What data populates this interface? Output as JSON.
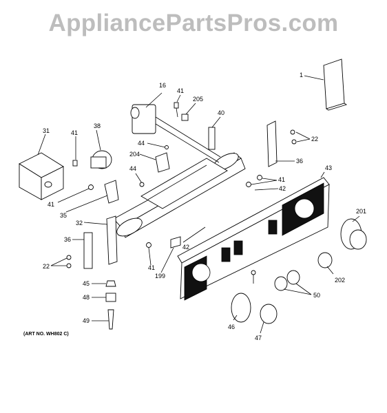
{
  "watermark": "AppliancePartsPros.com",
  "art_number": "(ART NO. WH802 C)",
  "callouts": [
    {
      "id": "c1",
      "text": "1"
    },
    {
      "id": "c16",
      "text": "16"
    },
    {
      "id": "c41a",
      "text": "41"
    },
    {
      "id": "c205",
      "text": "205"
    },
    {
      "id": "c40",
      "text": "40"
    },
    {
      "id": "c22a",
      "text": "22"
    },
    {
      "id": "c31",
      "text": "31"
    },
    {
      "id": "c41b",
      "text": "41"
    },
    {
      "id": "c38",
      "text": "38"
    },
    {
      "id": "c44a",
      "text": "44"
    },
    {
      "id": "c204",
      "text": "204"
    },
    {
      "id": "c36a",
      "text": "36"
    },
    {
      "id": "c43",
      "text": "43"
    },
    {
      "id": "c44b",
      "text": "44"
    },
    {
      "id": "c41c",
      "text": "41"
    },
    {
      "id": "c42a",
      "text": "42"
    },
    {
      "id": "c41d",
      "text": "41"
    },
    {
      "id": "c35",
      "text": "35"
    },
    {
      "id": "c201",
      "text": "201"
    },
    {
      "id": "c32",
      "text": "32"
    },
    {
      "id": "c36b",
      "text": "36"
    },
    {
      "id": "c42b",
      "text": "42"
    },
    {
      "id": "c22b",
      "text": "22"
    },
    {
      "id": "c41e",
      "text": "41"
    },
    {
      "id": "c199",
      "text": "199"
    },
    {
      "id": "c202",
      "text": "202"
    },
    {
      "id": "c45",
      "text": "45"
    },
    {
      "id": "c50",
      "text": "50"
    },
    {
      "id": "c48",
      "text": "48"
    },
    {
      "id": "c46",
      "text": "46"
    },
    {
      "id": "c49",
      "text": "49"
    },
    {
      "id": "c47",
      "text": "47"
    }
  ]
}
